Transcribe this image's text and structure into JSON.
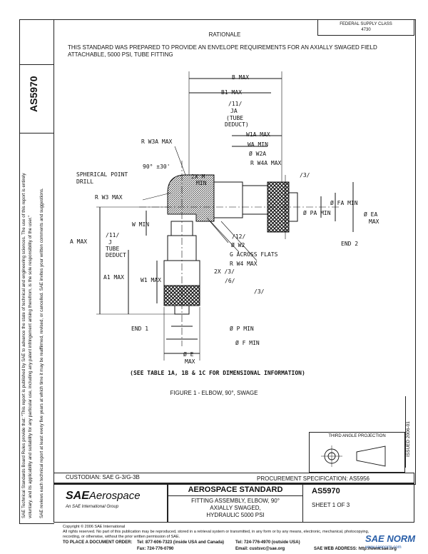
{
  "doc_number": "AS5970",
  "header": {
    "rationale_title": "RATIONALE",
    "rationale_text": "THIS STANDARD WAS PREPARED TO PROVIDE AN ENVELOPE REQUIREMENTS FOR AN AXIALLY SWAGED FIELD ATTACHABLE, 5000 PSI, TUBE FITTING",
    "fsc_line1": "FEDERAL SUPPLY CLASS",
    "fsc_line2": "4730"
  },
  "drawing": {
    "labels": {
      "b_max": "B MAX",
      "b1_max": "B1 MAX",
      "tube_deduct_top": "/11/",
      "tube_deduct_top_j": "JA",
      "tube_deduct_top_1": "(TUBE",
      "tube_deduct_top_2": "DEDUCT)",
      "w1a_max": "W1A MAX",
      "wa_min": "WA MIN",
      "w2a": "Ø W2A",
      "r_w4a_max": "R W4A MAX",
      "r_w3a_max": "R W3A MAX",
      "angle": "90° ±30'",
      "two_x_m_min": "2X M",
      "two_x_m_min2": "MIN",
      "spherical_1": "SPHERICAL POINT",
      "spherical_2": "DRILL",
      "ref_3_top": "/3/",
      "r_w3_max": "R W3 MAX",
      "fa_min": "Ø FA MIN",
      "pa_min": "Ø PA MIN",
      "ea_max_1": "Ø EA",
      "ea_max_2": "MAX",
      "w_min": "W MIN",
      "a_max": "A MAX",
      "deduct_11": "/11/",
      "deduct_j": "J",
      "deduct_tube": "TUBE",
      "deduct_deduct": "DEDUCT",
      "ref_12": "/12/",
      "w2": "Ø W2",
      "end_2": "END 2",
      "g_across": "G ACROSS FLATS",
      "r_w4_max": "R W4 MAX",
      "two_x_3": "2X /3/",
      "a1_max": "A1 MAX",
      "w1_max": "W1 MAX",
      "ref_6": "/6/",
      "ref_3_bot": "/3/",
      "end_1": "END 1",
      "p_min": "Ø P MIN",
      "f_min": "Ø F MIN",
      "e_max_1": "Ø E",
      "e_max_2": "MAX",
      "see_table": "(SEE TABLE 1A, 1B & 1C FOR DIMENSIONAL INFORMATION)",
      "figure_caption": "FIGURE 1 - ELBOW, 90°, SWAGE"
    }
  },
  "revision_side": "ISSUED 2006-01",
  "third_angle": "THIRD ANGLE PROJECTION",
  "side_text": {
    "line1": "SAE Technical Standards Board Rules provide that: \"This report is published by SAE to advance the state of technical and engineering sciences. The use of this report is entirely",
    "line2": "voluntary, and its applicability and suitability for any particular use, including any patent infringement arising therefrom, is the sole responsibility of the user.\"",
    "line3": "SAE reviews each technical report at least every five years at which time it may be reaffirmed, revised, or cancelled. SAE invites your written comments and suggestions."
  },
  "footer": {
    "custodian": "CUSTODIAN: SAE G-3/G-3B",
    "procurement": "PROCUREMENT SPECIFICATION: AS5956",
    "brand_sae": "SAE",
    "brand_aero": "Aerospace",
    "brand_sub": "An SAE International Group",
    "std_title": "AEROSPACE STANDARD",
    "desc1": "FITTING ASSEMBLY, ELBOW, 90°",
    "desc2": "AXIALLY SWAGED,",
    "desc3": "HYDRAULIC 5000 PSI",
    "sheet_doc": "AS5970",
    "sheet": "SHEET 1 OF 3",
    "copyright": "Copyright © 2006 SAE International",
    "rights": "All rights reserved. No part of this publication may be reproduced, stored in a retrieval system or transmitted, in any form or by any means, electronic, mechanical, photocopying,",
    "rights2": "recording, or otherwise, without the prior written permission of SAE.",
    "order_label": "TO PLACE A DOCUMENT ORDER:",
    "tel1": "Tel: 877-606-7323 (inside USA and Canada)",
    "tel2": "Tel: 724-776-4970 (outside USA)",
    "fax": "Fax: 724-776-0790",
    "email": "Email: custsvc@sae.org",
    "web": "SAE WEB ADDRESS: http://www.sae.org",
    "watermark": "SAE NORM",
    "watermark2": "www.saenorm.com"
  }
}
